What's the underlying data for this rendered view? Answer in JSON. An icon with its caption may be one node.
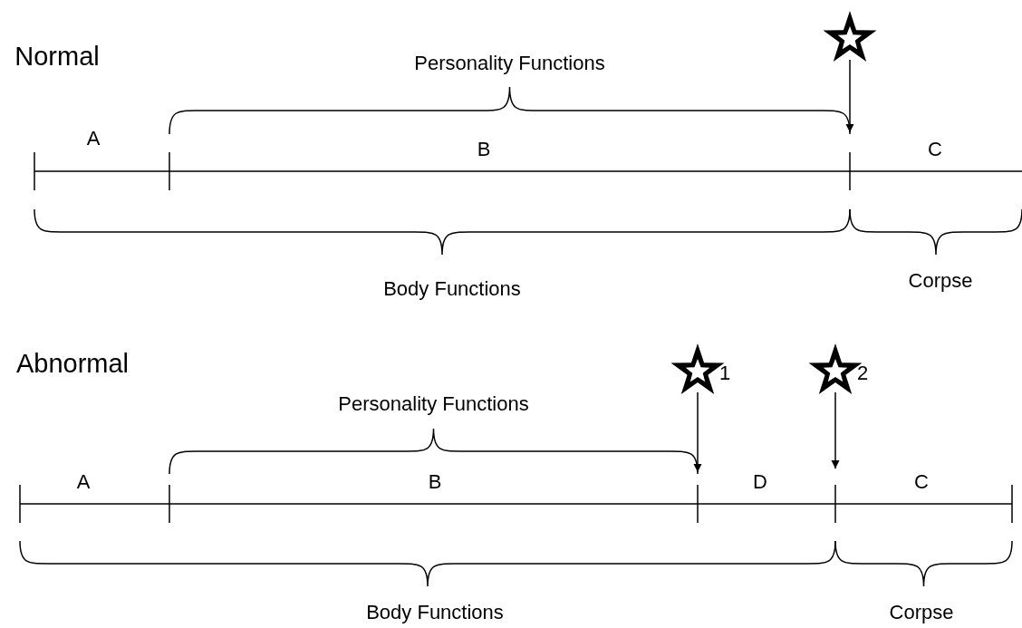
{
  "diagram": {
    "nodes": [
      {
        "text": [],
        "shape": "star"
      },
      {
        "text": [],
        "shape": "star",
        "beside": [
          "1"
        ]
      },
      {
        "text": [],
        "shape": "star",
        "beside": [
          "2"
        ]
      },
      {
        "text": [
          "Personality Functions"
        ]
      },
      {
        "text": [
          "Personality Functions"
        ]
      }
    ],
    "edges": [
      {
        "from": 0,
        "to": 3,
        "arrow": "to"
      },
      {
        "from": 1,
        "to": 4,
        "arrow": "to"
      },
      {
        "from": 2,
        "to": null,
        "arrow": "to"
      }
    ],
    "labels": [
      "Normal",
      "A",
      "B",
      "C",
      "Body Functions",
      "Corpse",
      "Abnormal",
      "A",
      "B",
      "D",
      "C",
      "Body Functions",
      "Corpse"
    ]
  }
}
